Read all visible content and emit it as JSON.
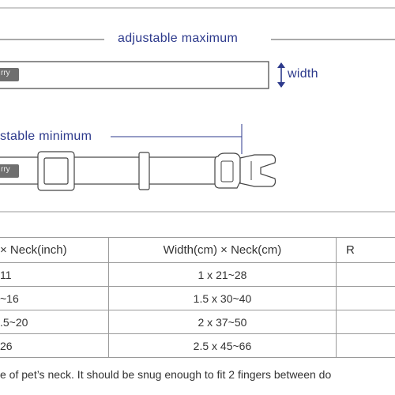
{
  "diagram": {
    "max_label": "adjustable maximum",
    "width_label": "width",
    "min_label": "stable minimum",
    "brand_tag_text": "rry",
    "accent_color": "#2d3a8c"
  },
  "table": {
    "headers": [
      "× Neck(inch)",
      "Width(cm)  × Neck(cm)",
      "R"
    ],
    "rows": [
      [
        "11",
        "1 x 21~28",
        ""
      ],
      [
        "~16",
        "1.5 x 30~40",
        ""
      ],
      [
        ".5~20",
        "2 x 37~50",
        ""
      ],
      [
        "26",
        "2.5 x 45~66",
        ""
      ]
    ]
  },
  "note": "e of pet’s neck. It should be snug enough to fit 2 fingers between do"
}
